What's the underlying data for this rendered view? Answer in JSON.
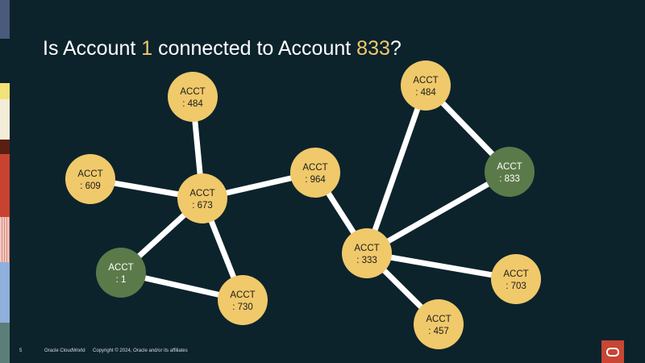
{
  "slide": {
    "title_parts": [
      "Is Account ",
      "1",
      " connected to Account ",
      "833",
      "?"
    ],
    "page_number": "5",
    "event": "Oracle CloudWorld",
    "copyright": "Copyright © 2024, Oracle and/or its affiliates"
  },
  "colors": {
    "background": "#0c232c",
    "node_default": "#f0c96b",
    "node_highlight": "#5b7a4a",
    "edge": "#ffffff",
    "title_highlight": "#f0c96b",
    "logo": "#c74634"
  },
  "nodes": [
    {
      "id": "n484a",
      "line1": "ACCT",
      "line2": ": 484",
      "highlight": false
    },
    {
      "id": "n609",
      "line1": "ACCT",
      "line2": ": 609",
      "highlight": false
    },
    {
      "id": "n673",
      "line1": "ACCT",
      "line2": ": 673",
      "highlight": false
    },
    {
      "id": "n1",
      "line1": "ACCT",
      "line2": ": 1",
      "highlight": true
    },
    {
      "id": "n730",
      "line1": "ACCT",
      "line2": ": 730",
      "highlight": false
    },
    {
      "id": "n964",
      "line1": "ACCT",
      "line2": ": 964",
      "highlight": false
    },
    {
      "id": "n484b",
      "line1": "ACCT",
      "line2": ": 484",
      "highlight": false
    },
    {
      "id": "n833",
      "line1": "ACCT",
      "line2": ": 833",
      "highlight": true
    },
    {
      "id": "n333",
      "line1": "ACCT",
      "line2": ": 333",
      "highlight": false
    },
    {
      "id": "n703",
      "line1": "ACCT",
      "line2": ": 703",
      "highlight": false
    },
    {
      "id": "n457",
      "line1": "ACCT",
      "line2": ": 457",
      "highlight": false
    }
  ],
  "edges": [
    [
      "n484a",
      "n673"
    ],
    [
      "n609",
      "n673"
    ],
    [
      "n1",
      "n673"
    ],
    [
      "n673",
      "n730"
    ],
    [
      "n1",
      "n730"
    ],
    [
      "n673",
      "n964"
    ],
    [
      "n964",
      "n333"
    ],
    [
      "n484b",
      "n333"
    ],
    [
      "n484b",
      "n833"
    ],
    [
      "n833",
      "n333"
    ],
    [
      "n333",
      "n703"
    ],
    [
      "n333",
      "n457"
    ]
  ]
}
